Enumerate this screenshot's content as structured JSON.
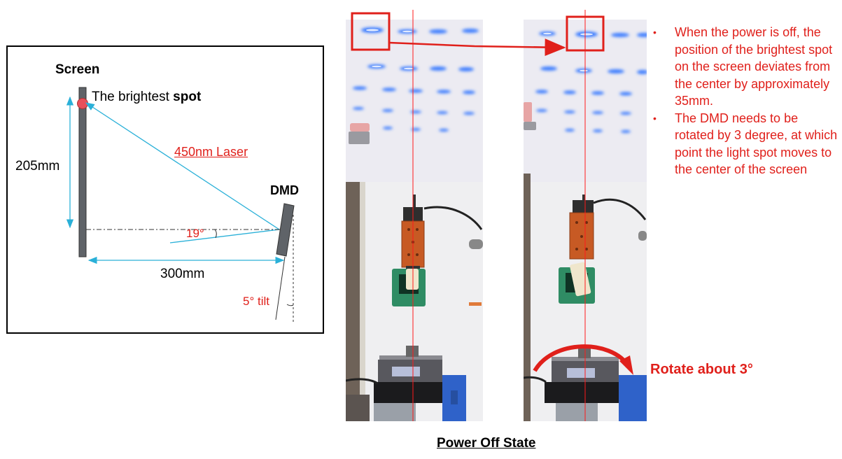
{
  "diagram": {
    "screen_title": "Screen",
    "spot_label_prefix": "The brightest ",
    "spot_label_bold": "spot",
    "laser_label": "450nm Laser",
    "dmd_label": "DMD",
    "distance_vertical": "205mm",
    "distance_horizontal": "300mm",
    "angle_label": "19°",
    "tilt_label": "5° tilt",
    "colors": {
      "laser": "#2ab0d8",
      "spot": "#e8505b",
      "annotation": "#e0201b",
      "screen_bar": "#5f6368"
    }
  },
  "photos": {
    "left_alt": "Power off state, before rotation",
    "right_alt": "After rotating DMD by about 3 degrees"
  },
  "notes": [
    "When the power is off, the position of the brightest spot on the screen deviates from the center by approximately 35mm.",
    "The DMD needs to be rotated by 3 degree, at which point the light spot moves to the center of the screen"
  ],
  "rotate_label": "Rotate about 3°",
  "caption": "Power Off State"
}
